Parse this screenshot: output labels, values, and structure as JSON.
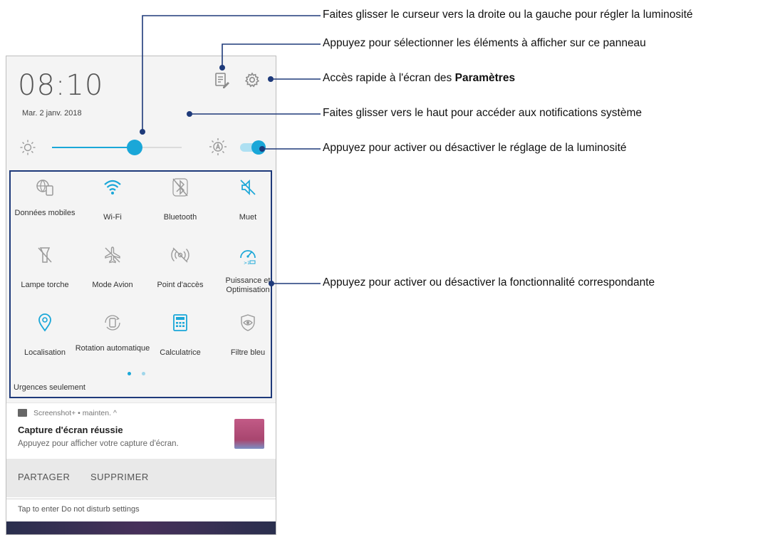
{
  "status": {
    "clock": "08:10",
    "date": "Mar. 2 janv. 2018"
  },
  "brightness": {
    "level_percent": 64,
    "auto_brightness_on": true
  },
  "tiles": [
    {
      "label": "Données mobiles",
      "icon": "mobile-data-icon",
      "active": false
    },
    {
      "label": "Wi-Fi",
      "icon": "wifi-icon",
      "active": true
    },
    {
      "label": "Bluetooth",
      "icon": "bluetooth-off-icon",
      "active": false
    },
    {
      "label": "Muet",
      "icon": "mute-icon",
      "active": true
    },
    {
      "label": "Lampe torche",
      "icon": "flashlight-off-icon",
      "active": false
    },
    {
      "label": "Mode Avion",
      "icon": "airplane-icon",
      "active": false
    },
    {
      "label": "Point d'accès",
      "icon": "hotspot-off-icon",
      "active": false
    },
    {
      "label": "Puissance et Optimisation",
      "icon": "speedometer-icon",
      "active": true
    },
    {
      "label": "Localisation",
      "icon": "location-icon",
      "active": true
    },
    {
      "label": "Rotation automatique",
      "icon": "auto-rotate-icon",
      "active": false
    },
    {
      "label": "Calculatrice",
      "icon": "calculator-icon",
      "active": true
    },
    {
      "label": "Filtre bleu",
      "icon": "blue-filter-icon",
      "active": false
    }
  ],
  "priority_mode": "Urgences seulement",
  "notification": {
    "app": "Screenshot+ • mainten. ^",
    "title": "Capture d'écran réussie",
    "body": "Appuyez pour afficher votre capture d'écran.",
    "actions": {
      "share": "PARTAGER",
      "delete": "SUPPRIMER"
    }
  },
  "dnd_hint": "Tap to enter Do not disturb settings",
  "callouts": {
    "brightness_slider": "Faites glisser le curseur vers la droite ou la gauche pour régler la luminosité",
    "edit_panel": "Appuyez pour sélectionner les éléments à afficher sur ce panneau",
    "settings_prefix": "Accès rapide à l'écran des ",
    "settings_bold": "Paramètres",
    "swipe_up": "Faites glisser vers le haut pour accéder aux notifications système",
    "auto_brightness": "Appuyez pour activer ou désactiver le réglage de la luminosité",
    "tiles": "Appuyez pour activer ou désactiver la fonctionnalité correspondante"
  },
  "colors": {
    "accent": "#1aa7d8",
    "icon_inactive": "#9a9a9a",
    "callout_line": "#1e3a7a",
    "tiles_frame": "#1e3a7a"
  }
}
